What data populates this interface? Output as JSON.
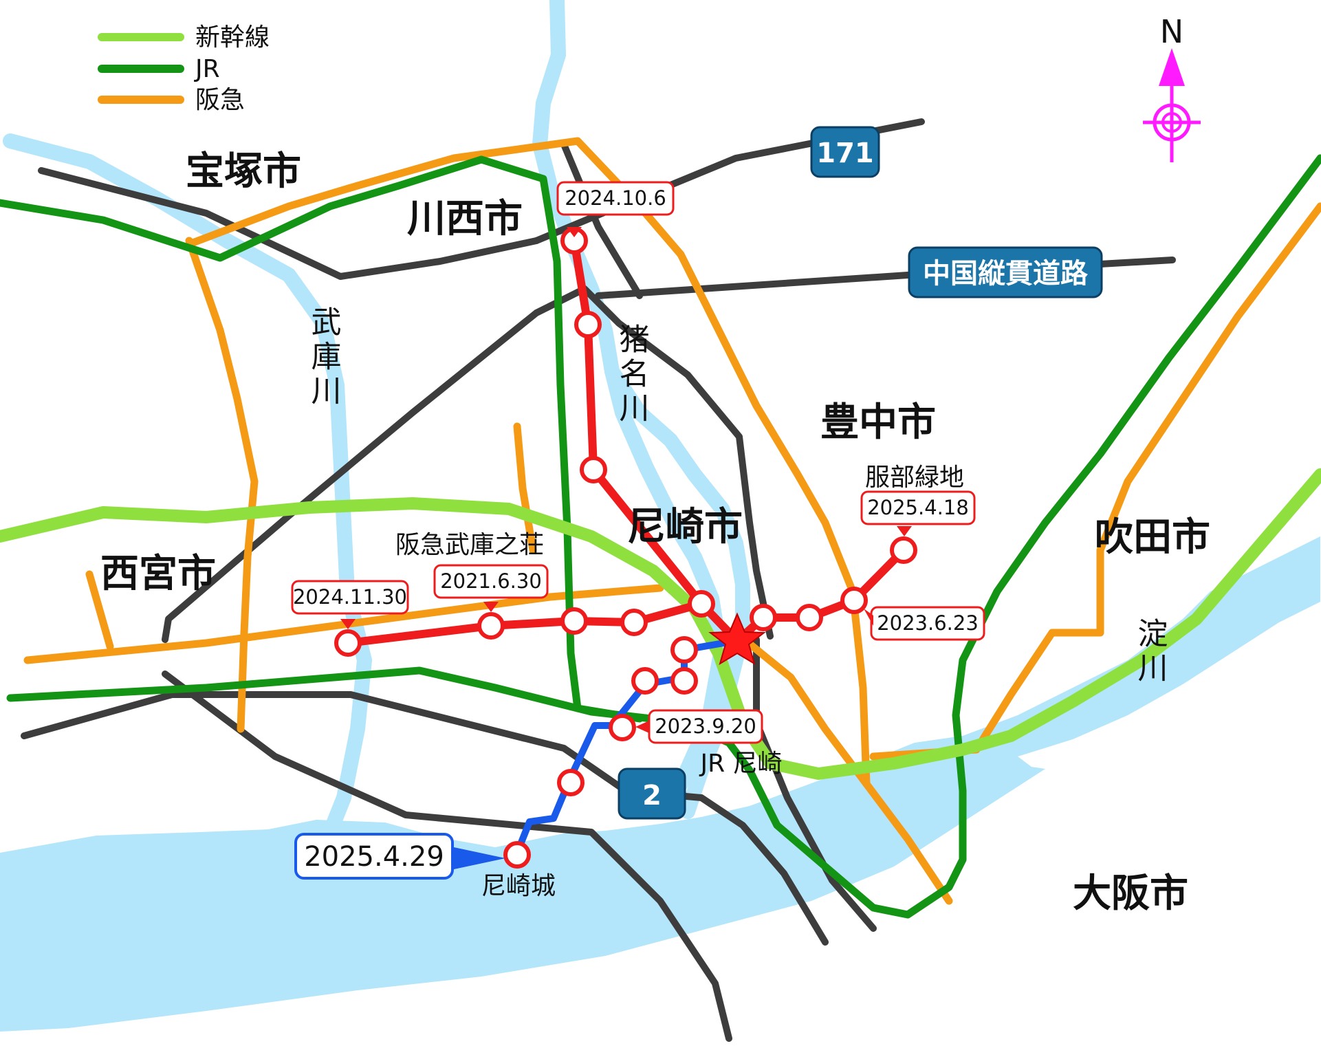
{
  "legend": [
    {
      "label": "新幹線",
      "color": "#8fe03f"
    },
    {
      "label": "JR",
      "color": "#149414"
    },
    {
      "label": "阪急",
      "color": "#f59a14"
    }
  ],
  "compass": {
    "label": "N",
    "color": "#ff1aff"
  },
  "cities": {
    "takarazuka": "宝塚市",
    "kawanishi": "川西市",
    "toyonaka": "豊中市",
    "amagasaki": "尼崎市",
    "nishinomiya": "西宮市",
    "suita": "吹田市",
    "osaka": "大阪市"
  },
  "rivers": {
    "mukogawa": "武庫川",
    "inagawa": "猪名川",
    "yodogawa": "淀川"
  },
  "roads": {
    "r171": "171",
    "chugoku": "中国縦貫道路",
    "r2": "2"
  },
  "stations": {
    "hattori": "服部緑地",
    "mukonoso": "阪急武庫之荘",
    "jr_amagasaki": "JR 尼崎",
    "amagasaki_castle": "尼崎城"
  },
  "dates": {
    "d_2024_10_6": "2024.10.6",
    "d_2025_4_18": "2025.4.18",
    "d_2024_11_30": "2024.11.30",
    "d_2021_6_30": "2021.6.30",
    "d_2023_6_23": "2023.6.23",
    "d_2023_9_20": "2023.9.20",
    "d_2025_4_29": "2025.4.29"
  },
  "colors": {
    "water": "#b3e5fb",
    "road": "#3d3d3d",
    "route_red": "#ee1c1c",
    "route_blue": "#1a5aea",
    "road_sign": "#1c75a8"
  }
}
